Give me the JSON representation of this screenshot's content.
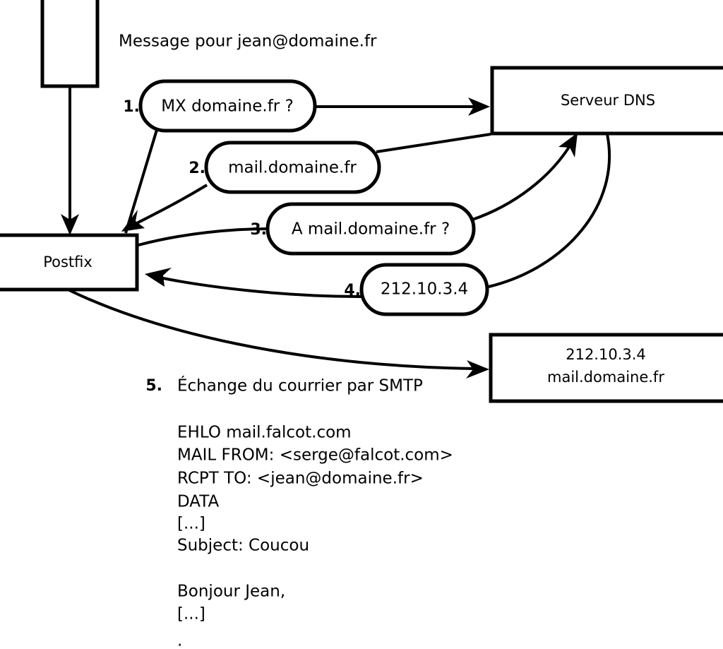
{
  "diagram": {
    "title_text": "Message pour jean@domaine.fr",
    "nodes": {
      "sender_client": {
        "label": ""
      },
      "postfix": {
        "label": "Postfix"
      },
      "dns_server": {
        "label": "Serveur DNS"
      },
      "mail_server": {
        "line1": "212.10.3.4",
        "line2": "mail.domaine.fr"
      }
    },
    "steps": [
      {
        "num": "1.",
        "label": "MX domaine.fr ?"
      },
      {
        "num": "2.",
        "label": "mail.domaine.fr"
      },
      {
        "num": "3.",
        "label": "A mail.domaine.fr ?"
      },
      {
        "num": "4.",
        "label": "212.10.3.4"
      }
    ],
    "step5": {
      "num": "5.",
      "label": "Échange du courrier par SMTP"
    },
    "smtp_session": [
      "EHLO mail.falcot.com",
      "MAIL FROM: <serge@falcot.com>",
      "RCPT TO: <jean@domaine.fr>",
      "DATA",
      "[...]",
      "Subject: Coucou",
      "",
      "Bonjour Jean,",
      "[...]",
      "",
      "."
    ],
    "colors": {
      "ink": "#000000",
      "paper": "#ffffff"
    }
  }
}
